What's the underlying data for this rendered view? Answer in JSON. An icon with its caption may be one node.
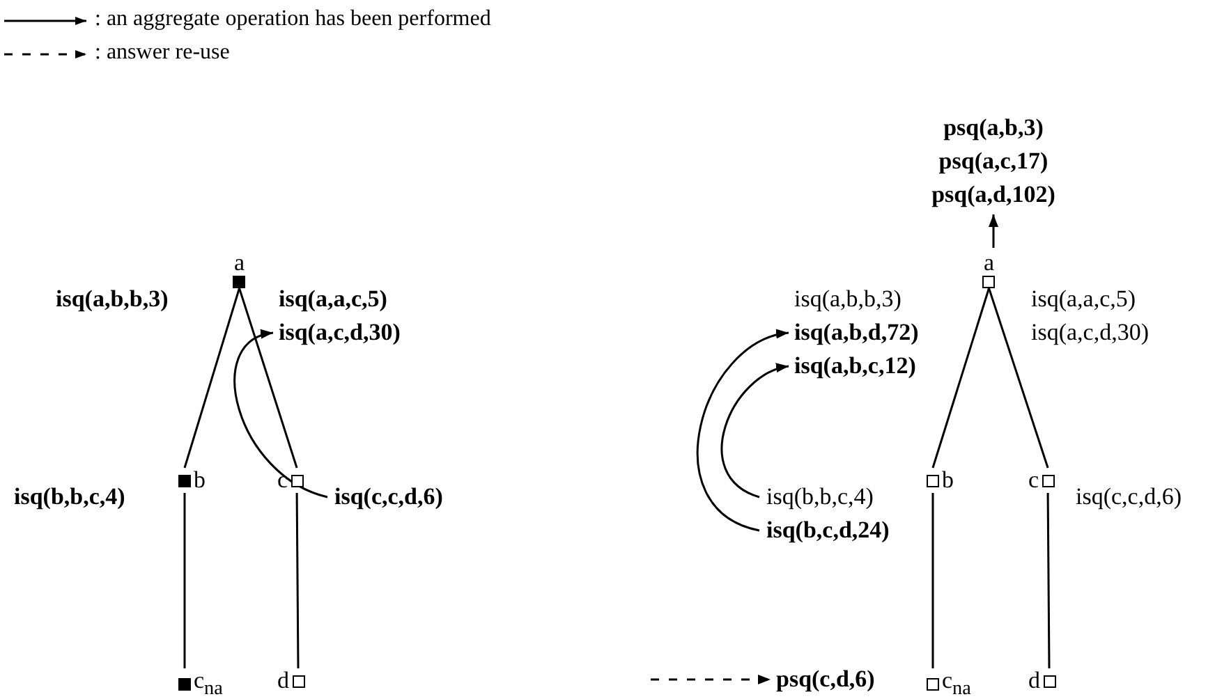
{
  "diagram": {
    "nodes": [
      {
        "text": [
          "a"
        ]
      },
      {
        "text": [
          "isq(a,b,b,3)"
        ]
      },
      {
        "text": [
          "isq(a,a,c,5)"
        ]
      },
      {
        "text": [
          "isq(a,c,d,30)"
        ]
      },
      {
        "text": [
          "b"
        ]
      },
      {
        "text": [
          "isq(b,b,c,4)"
        ]
      },
      {
        "text": [
          "c"
        ]
      },
      {
        "text": [
          "isq(c,c,d,6)"
        ]
      },
      {
        "text": [
          "c$_{na}$"
        ]
      },
      {
        "text": [
          "d"
        ]
      },
      {
        "text": [
          "psq(a,b,3)",
          "psq(a,c,17)",
          "psq(a,d,102)"
        ]
      },
      {
        "text": [
          "a"
        ]
      },
      {
        "text": [
          "isq(a,b,b,3)"
        ]
      },
      {
        "text": [
          "isq(a,b,d,72)"
        ]
      },
      {
        "text": [
          "isq(a,b,c,12)"
        ]
      },
      {
        "text": [
          "isq(a,a,c,5)"
        ]
      },
      {
        "text": [
          "isq(a,c,d,30)"
        ]
      },
      {
        "text": [
          "isq(b,b,c,4)"
        ]
      },
      {
        "text": [
          "isq(b,c,d,24)"
        ]
      },
      {
        "text": [
          "b"
        ]
      },
      {
        "text": [
          "c"
        ]
      },
      {
        "text": [
          "isq(c,c,d,6)"
        ]
      },
      {
        "text": [
          "psq(c,d,6)"
        ]
      },
      {
        "text": [
          "c$_{na}$"
        ]
      },
      {
        "text": [
          "d"
        ]
      }
    ],
    "edges": [
      {
        "from": 0,
        "to": 4,
        "arrow": "none"
      },
      {
        "from": 0,
        "to": 6,
        "arrow": "none"
      },
      {
        "from": 4,
        "to": 8,
        "arrow": "none"
      },
      {
        "from": 6,
        "to": 9,
        "arrow": "none"
      },
      {
        "from": 7,
        "to": 3,
        "arrow": "to"
      },
      {
        "from": 11,
        "to": 10,
        "arrow": "to"
      },
      {
        "from": 11,
        "to": 19,
        "arrow": "none"
      },
      {
        "from": 11,
        "to": 20,
        "arrow": "none"
      },
      {
        "from": 19,
        "to": 23,
        "arrow": "none"
      },
      {
        "from": 20,
        "to": 24,
        "arrow": "none"
      },
      {
        "from": 17,
        "to": 14,
        "arrow": "to"
      },
      {
        "from": 18,
        "to": 13,
        "arrow": "to"
      },
      {
        "from": null,
        "to": 22,
        "arrow": "to",
        "style": "dashed"
      }
    ],
    "legend": [
      {
        "text": ": an aggregate operation has been performed"
      },
      {
        "text": ": answer re-use"
      }
    ]
  }
}
